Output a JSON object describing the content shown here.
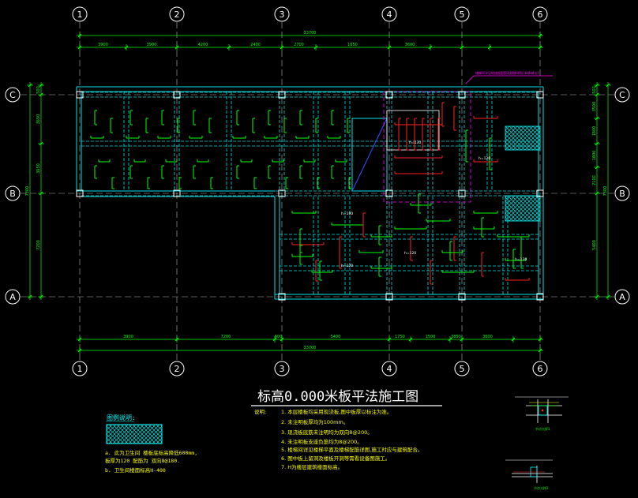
{
  "drawing": {
    "title": "标高0.000米板平法施工图",
    "axes_columns": [
      "1",
      "2",
      "3",
      "4",
      "5",
      "6"
    ],
    "axes_rows": [
      "C",
      "B",
      "A"
    ],
    "top_dims": [
      "3900",
      "3900",
      "4200",
      "2400",
      "2700",
      "1650",
      "3600"
    ],
    "top_total": "33700",
    "bottom_dims": [
      "3900",
      "7200",
      "600",
      "5400",
      "1750",
      "1500",
      "3850",
      "3600"
    ],
    "bottom_total": "33700",
    "left_dims": [
      "500",
      "3650",
      "3650",
      "7200"
    ],
    "right_dims": [
      "500",
      "3500",
      "1800",
      "1800",
      "2100",
      "5400"
    ],
    "left_total": "7300",
    "right_total": "7300",
    "slab_labels": [
      "h=100",
      "h=120",
      "h=120",
      "h=120",
      "h=130",
      "h=130"
    ],
    "callout_note": "楼梯间详见结施板配筋及楼梯详图(具体做法)",
    "legend": {
      "heading": "图例说明:",
      "items": [
        "a. 此为卫生间 楼板底标高降低600mm,",
        "   板厚为120 配筋为 双向8@180.",
        "b. 卫生间楼面标高H-400"
      ]
    },
    "notes": {
      "heading": "说明:",
      "items": [
        "1. 本层楼板均采用现浇板,图中板厚以标注为准。",
        "2. 未注明板厚均为100mm。",
        "3. 现浇板底筋未注明均为双向8@200。",
        "4. 未注明板支座负筋均为8@200。",
        "5. 楼梯间详见楼梯平面及楼梯配筋详图,施工时应与建筑配合。",
        "6. 图中板上留洞及楼板开洞等需看设备图施工。",
        "7. H为楼层建筑楼面标高。"
      ]
    },
    "detail_labels": [
      "节点大样1",
      "节点大样2"
    ],
    "colors": {
      "axis": "#ffffff",
      "structure": "#00ffff",
      "dimension": "#00ff00",
      "rebar_neg": "#ff2020",
      "rebar_pos": "#00ff00",
      "hatch": "#00ffff",
      "accent": "#ff00ff",
      "note_text": "#ffff00"
    }
  }
}
